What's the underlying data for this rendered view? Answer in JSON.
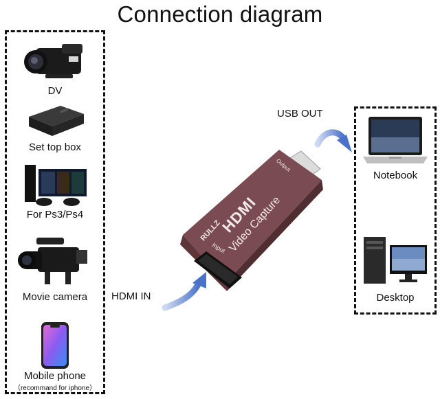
{
  "title": "Connection diagram",
  "inputs": [
    {
      "label": "DV",
      "icon": "camcorder-icon"
    },
    {
      "label": "Set top box",
      "icon": "set-top-box-icon"
    },
    {
      "label": "For Ps3/Ps4",
      "icon": "game-console-icon"
    },
    {
      "label": "Movie camera",
      "icon": "movie-camera-icon"
    },
    {
      "label": "Mobile phone",
      "sublabel": "（recommand for iphone）",
      "icon": "smartphone-icon"
    }
  ],
  "outputs": [
    {
      "label": "Notebook",
      "icon": "laptop-icon"
    },
    {
      "label": "Desktop",
      "icon": "desktop-pc-icon"
    }
  ],
  "device": {
    "brand": "RULLZ",
    "logo": "HDMI",
    "product": "Video Capture",
    "port_in": "Input",
    "port_out": "Output"
  },
  "connections": {
    "in_label": "HDMI IN",
    "out_label": "USB OUT"
  },
  "colors": {
    "device_body": "#7a4b52",
    "arrow": "#4a72c8"
  }
}
